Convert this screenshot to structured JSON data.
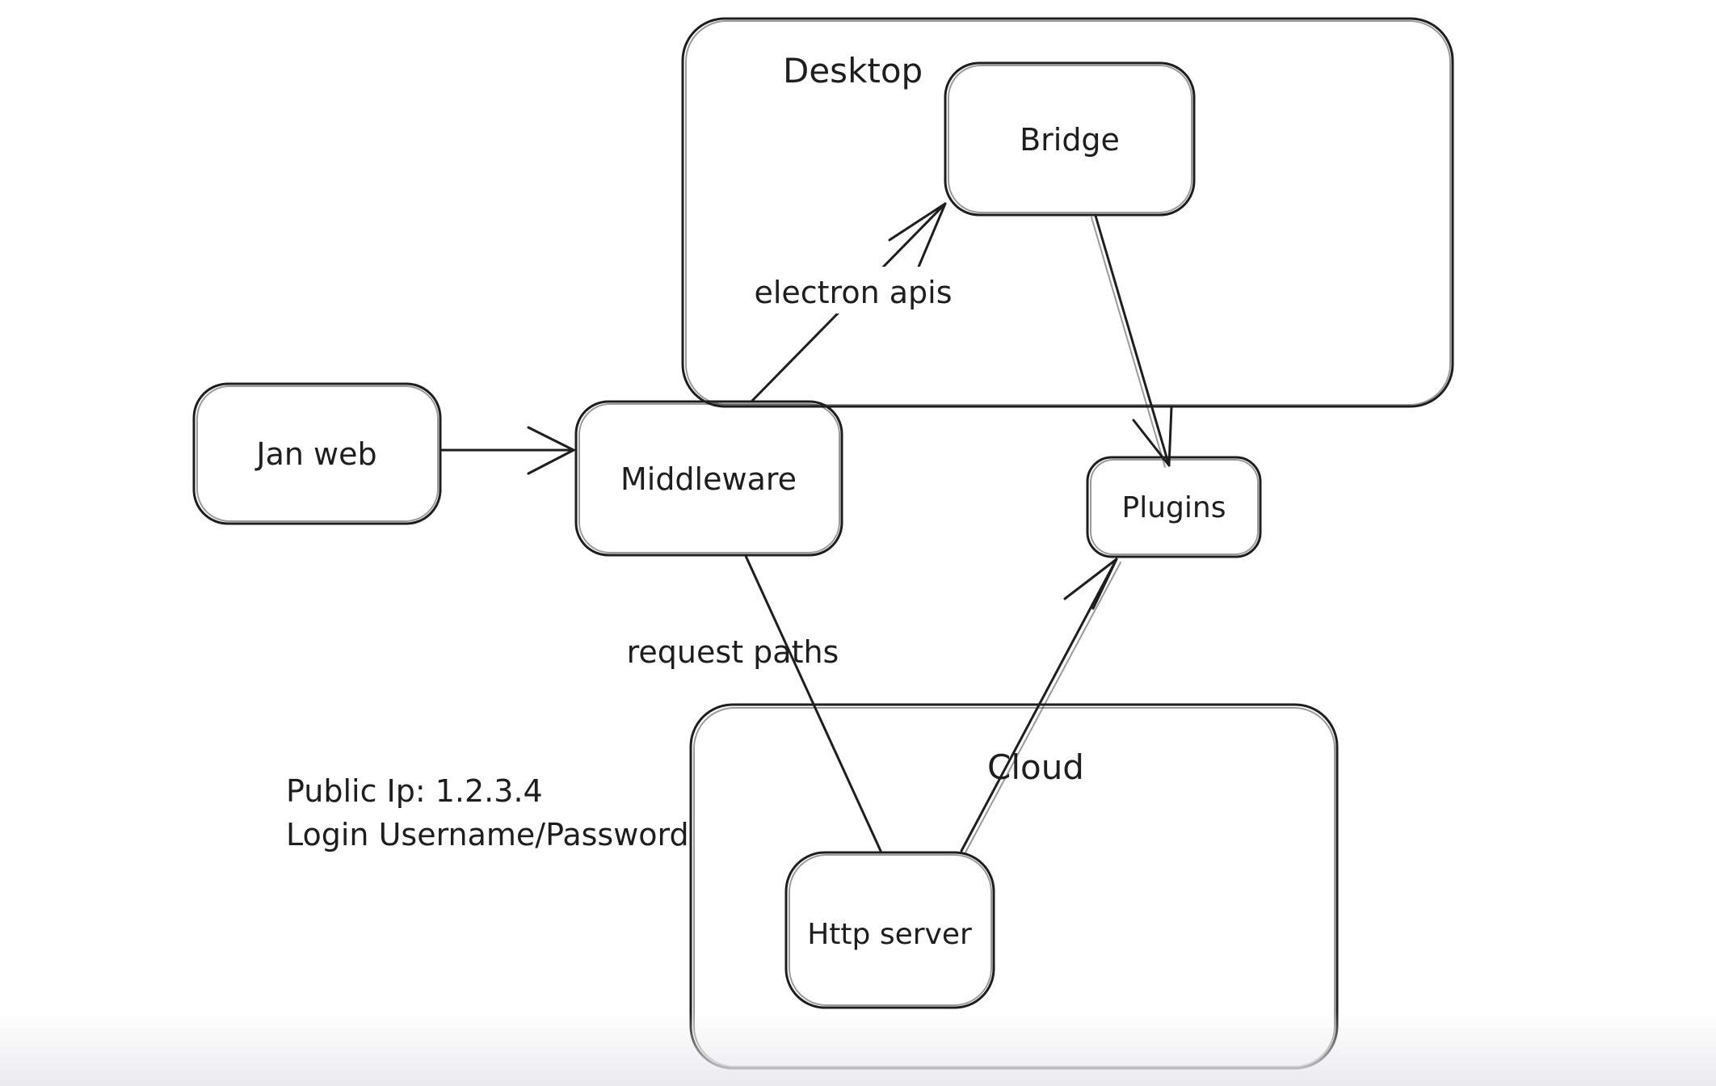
{
  "diagram": {
    "kind": "hand-drawn architecture sketch",
    "containers": {
      "desktop": {
        "label": "Desktop"
      },
      "cloud": {
        "label": "Cloud"
      }
    },
    "nodes": {
      "jan_web": {
        "label": "Jan web"
      },
      "middleware": {
        "label": "Middleware"
      },
      "bridge": {
        "label": "Bridge"
      },
      "plugins": {
        "label": "Plugins"
      },
      "http_server": {
        "label": "Http server"
      }
    },
    "edges": [
      {
        "from": "Jan web",
        "to": "Middleware",
        "label": ""
      },
      {
        "from": "Middleware",
        "to": "Bridge",
        "label": "electron apis"
      },
      {
        "from": "Bridge",
        "to": "Plugins",
        "label": ""
      },
      {
        "from": "Middleware",
        "to": "Http server",
        "label": "request paths"
      },
      {
        "from": "Http server",
        "to": "Plugins",
        "label": ""
      }
    ],
    "annotations": {
      "public_ip": "Public Ip: 1.2.3.4",
      "login": "Login Username/Password"
    },
    "colors": {
      "stroke": "#1e1e1e",
      "background": "#ffffff",
      "bottom_fade": "#ebebee"
    }
  }
}
